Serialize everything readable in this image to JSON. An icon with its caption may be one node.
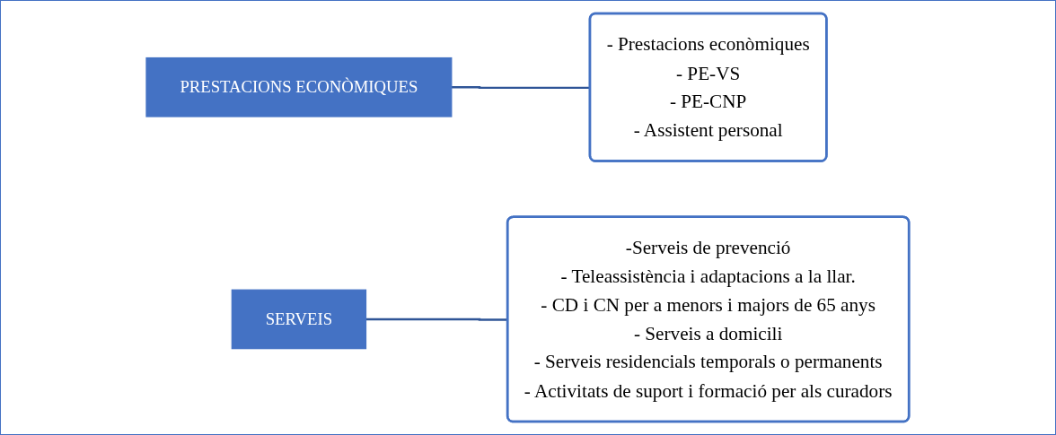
{
  "diagram": {
    "nodes": [
      {
        "text": [
          "PRESTACIONS ECONÒMIQUES"
        ]
      },
      {
        "text": [
          "- Prestacions econòmiques",
          "- PE-VS",
          "- PE-CNP",
          "- Assistent personal"
        ]
      },
      {
        "text": [
          "SERVEIS"
        ]
      },
      {
        "text": [
          "-Serveis de prevenció",
          "- Teleassistència i adaptacions a la llar.",
          "- CD i CN per a menors i majors de 65 anys",
          "- Serveis a domicili",
          "- Serveis residencials temporals o permanents",
          "- Activitats de suport i formació per als curadors"
        ]
      }
    ],
    "edges": [
      {
        "from": 0,
        "to": 1,
        "arrow": "none"
      },
      {
        "from": 2,
        "to": 3,
        "arrow": "none"
      }
    ]
  }
}
